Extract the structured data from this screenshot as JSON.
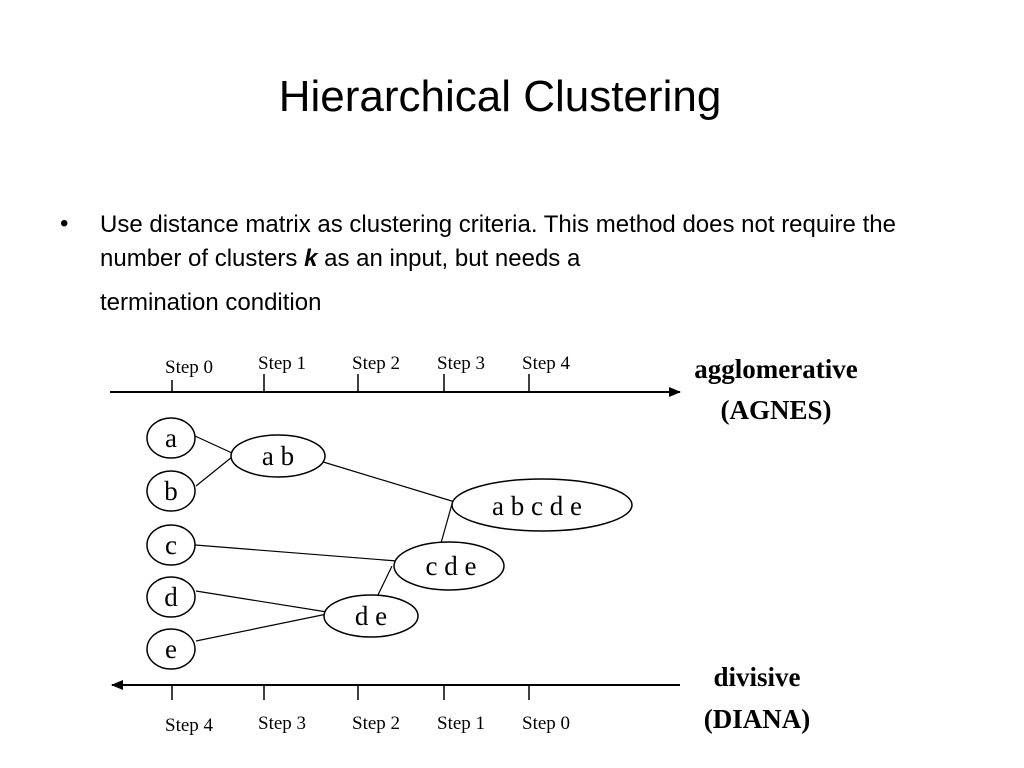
{
  "slide": {
    "title": "Hierarchical Clustering",
    "bullet_glyph": "•",
    "text_before_k": "Use distance matrix as clustering criteria.  This method does not require the number of clusters ",
    "k": "k",
    "text_after_k": " as an input, but needs a",
    "text_line3": "termination condition"
  },
  "diagram": {
    "top_steps": [
      "Step 0",
      "Step 1",
      "Step 2",
      "Step 3",
      "Step 4"
    ],
    "bottom_steps": [
      "Step 4",
      "Step 3",
      "Step 2",
      "Step 1",
      "Step 0"
    ],
    "agglomerative_label": "agglomerative",
    "agnes_label": "(AGNES)",
    "divisive_label": "divisive",
    "diana_label": "(DIANA)",
    "nodes": {
      "a": "a",
      "b": "b",
      "c": "c",
      "d": "d",
      "e": "e",
      "ab": "a b",
      "de": "d e",
      "cde": "c d e",
      "abcde": "a b c d e"
    }
  }
}
